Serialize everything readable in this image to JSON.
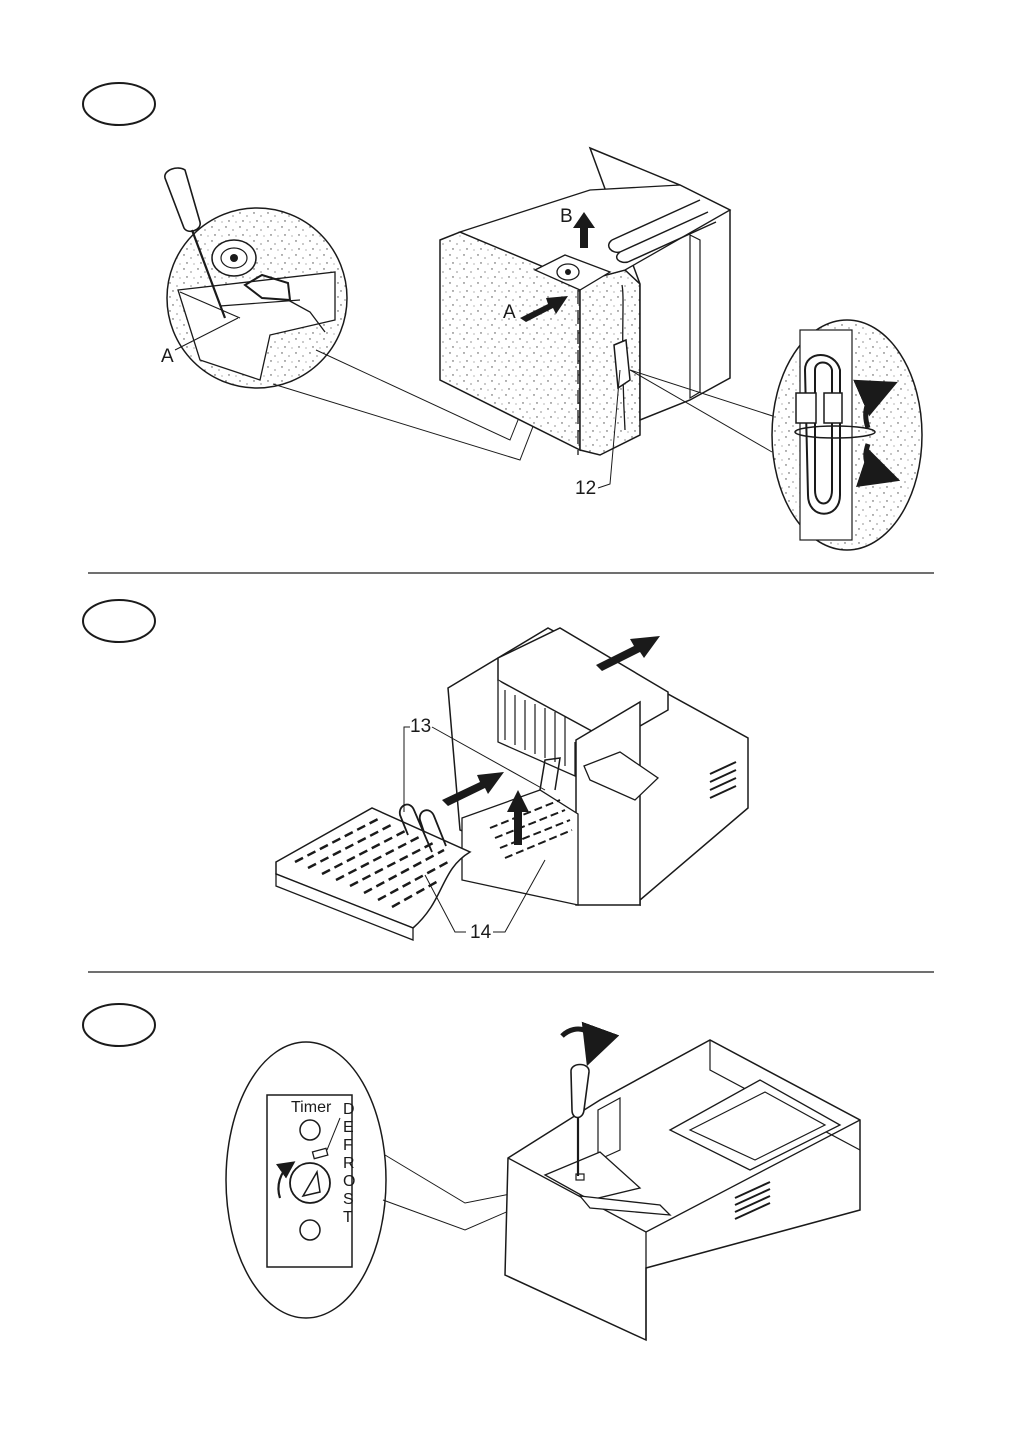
{
  "figure1": {
    "labels": {
      "a_detail": "A",
      "a_main": "A",
      "b": "B",
      "part_12": "12"
    }
  },
  "figure2": {
    "labels": {
      "part_13": "13",
      "part_14": "14"
    }
  },
  "figure3": {
    "timer_label": "Timer",
    "defrost_letters": [
      "D",
      "E",
      "F",
      "R",
      "O",
      "S",
      "T"
    ]
  },
  "icons": [
    "screwdriver-icon",
    "arrow-icon",
    "rotate-arrow-icon",
    "timer-knob-icon"
  ],
  "colors": {
    "ink": "#1a1a1a",
    "fill_dark": "#222222",
    "insulation": "#f4f4f4"
  }
}
